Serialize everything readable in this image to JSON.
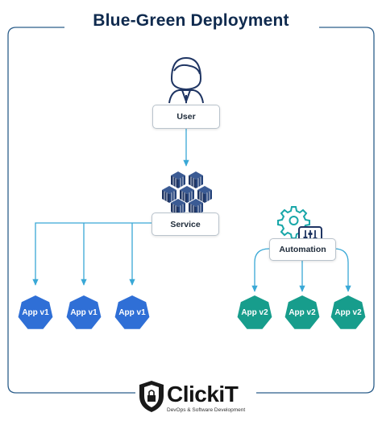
{
  "diagram": {
    "title": "Blue-Green Deployment",
    "nodes": {
      "user": "User",
      "service": "Service",
      "automation": "Automation"
    },
    "blue_apps": [
      "App v1",
      "App v1",
      "App v1"
    ],
    "green_apps": [
      "App v2",
      "App v2",
      "App v2"
    ],
    "colors": {
      "blue": "#2f6fd6",
      "green": "#179d8c",
      "arrow": "#39a8d6",
      "navy": "#1f3563",
      "frame": "#2b5d8a"
    }
  },
  "footer": {
    "brand": "ClickiT",
    "tagline": "DevOps & Software Development",
    "logo_icon": "shield-lock-icon"
  }
}
